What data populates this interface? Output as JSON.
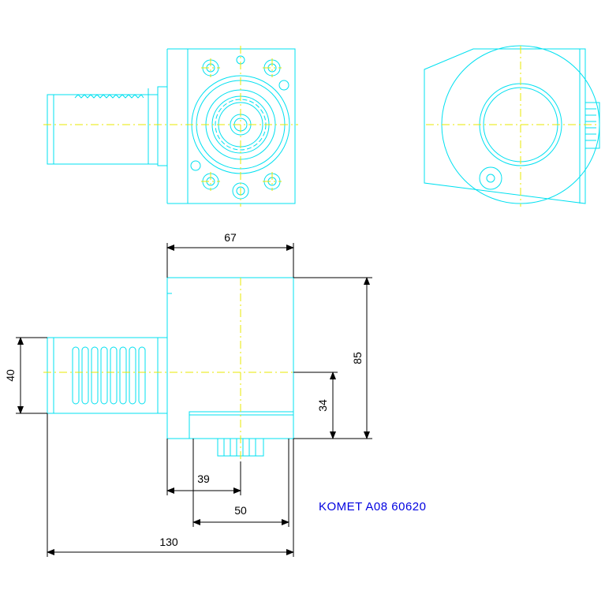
{
  "part_label": "KOMET A08 60620",
  "dimensions": {
    "width_top": "67",
    "height_right": "85",
    "offset_right": "34",
    "shank_diameter": "40",
    "offset_39": "39",
    "offset_50": "50",
    "overall_length": "130"
  },
  "colors": {
    "outline": "#00e0f0",
    "centerline": "#e8e800",
    "dimension": "#000000",
    "label": "#0000e0"
  }
}
